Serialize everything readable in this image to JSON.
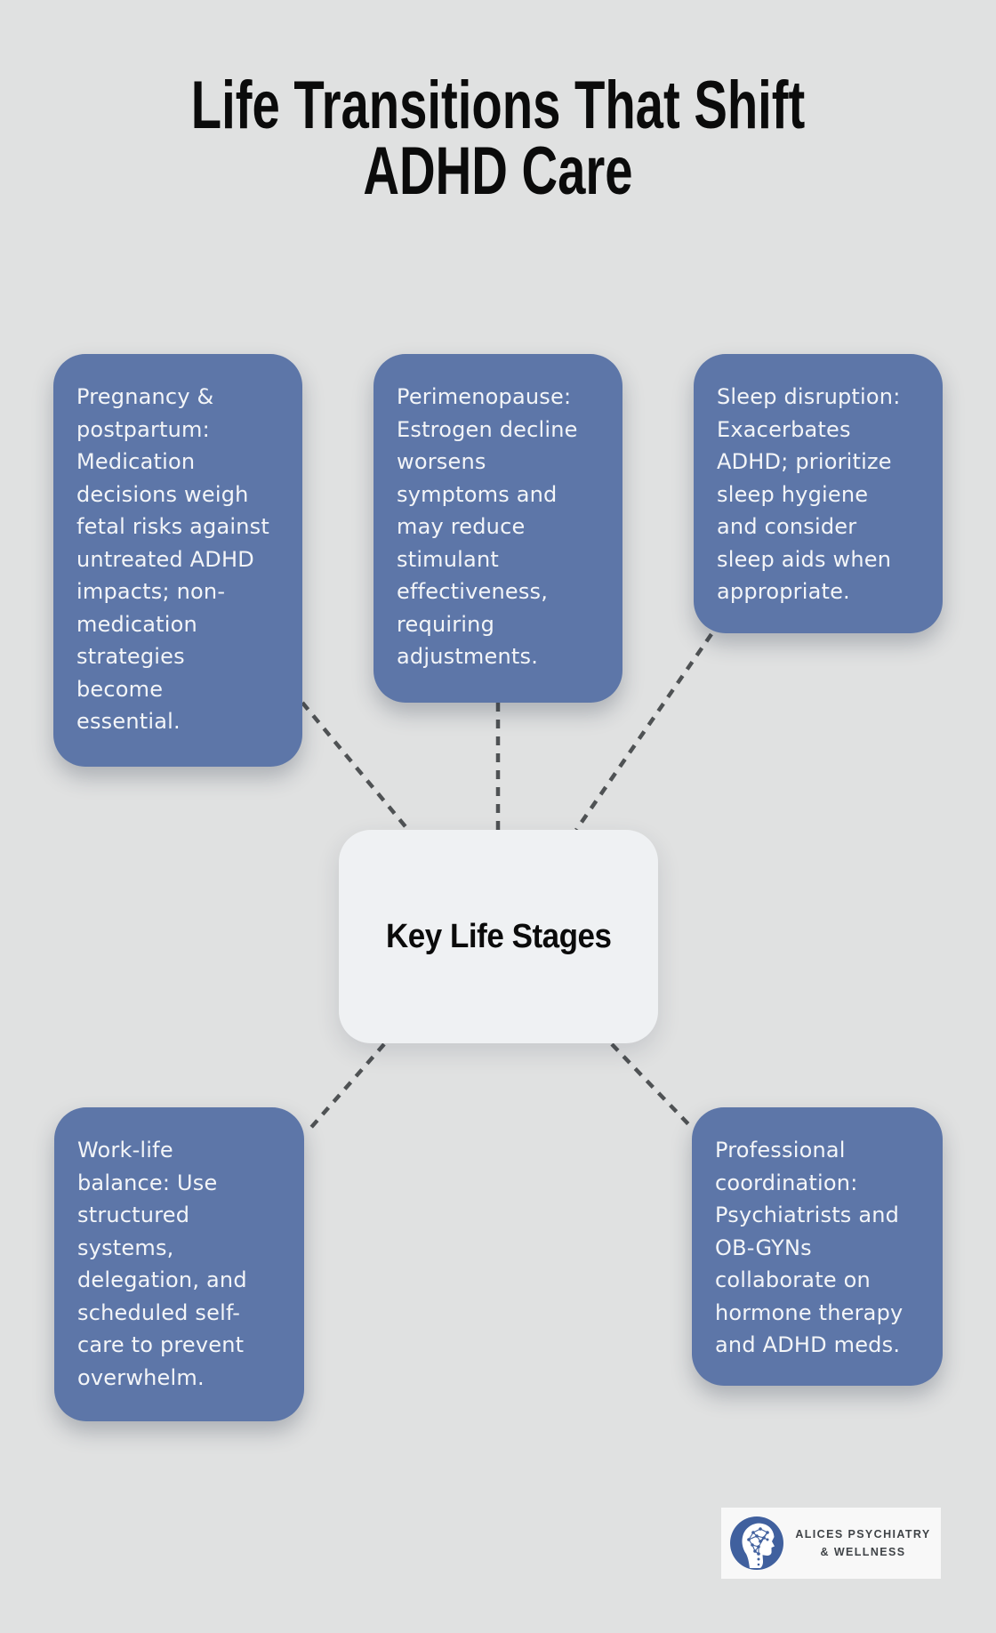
{
  "title": {
    "line1": "Life Transitions That Shift",
    "line2": "ADHD Care"
  },
  "center": {
    "label": "Key Life Stages"
  },
  "nodes": {
    "pregnancy": {
      "text": "Pregnancy &\npostpartum:\nMedication\ndecisions weigh\nfetal risks against\nuntreated ADHD\nimpacts; non-\nmedication\nstrategies\nbecome\nessential."
    },
    "perimenopause": {
      "text": "Perimenopause:\nEstrogen decline\nworsens\nsymptoms and\nmay reduce\nstimulant\neffectiveness,\nrequiring\nadjustments."
    },
    "sleep": {
      "text": "Sleep disruption:\nExacerbates\nADHD; prioritize\nsleep hygiene\nand consider\nsleep aids when\nappropriate."
    },
    "worklife": {
      "text": "Work-life\nbalance: Use\nstructured\nsystems,\ndelegation, and\nscheduled self-\ncare to prevent\noverwhelm."
    },
    "professional": {
      "text": "Professional\ncoordination:\nPsychiatrists and\nOB-GYNs\ncollaborate on\nhormone therapy\nand ADHD meds."
    }
  },
  "logo": {
    "text": "ALICES PSYCHIATRY\n& WELLNESS",
    "icon": "head-brain-network-icon"
  },
  "colors": {
    "background": "#e0e1e1",
    "node_blue": "#5d76a8",
    "node_text": "#f3f5f8",
    "center_box": "#eff1f3",
    "connector": "#4f5254",
    "title_text": "#0b0b0b",
    "logo_circle": "#40609e",
    "logo_background": "#f8f8f8"
  }
}
